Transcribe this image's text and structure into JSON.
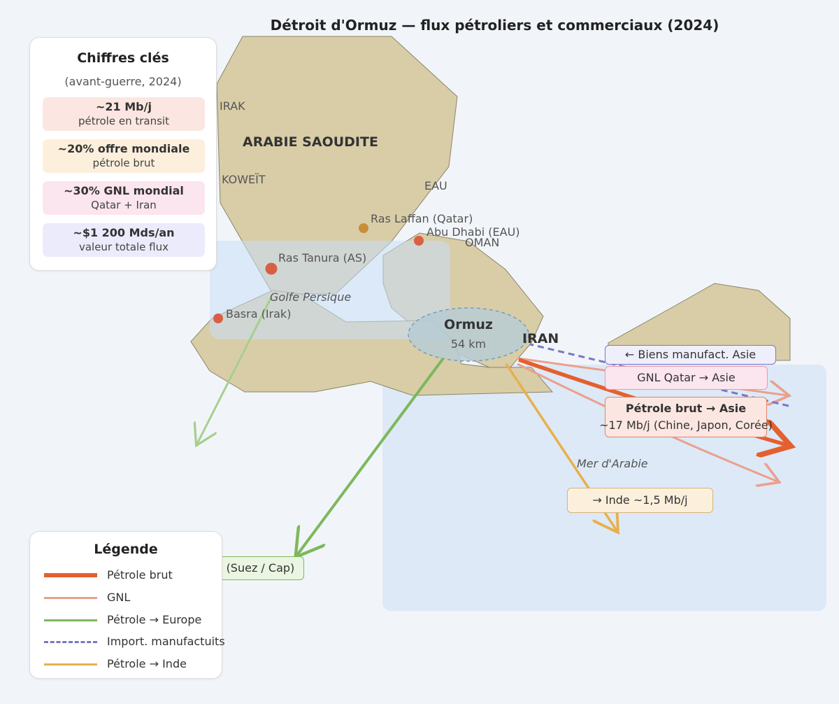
{
  "title": "Détroit d'Ormuz — flux pétroliers et commerciaux (2024)",
  "colors": {
    "land": "#d9cda8",
    "land_stroke": "#8a8566",
    "water": "#dde9f6",
    "crude": "#e4602f",
    "lng": "#eaa08e",
    "europe": "#7db85b",
    "manuf": "#7877c6",
    "india": "#e8b04c"
  },
  "map": {
    "countries": {
      "irak": "IRAK",
      "arabie": "ARABIE SAOUDITE",
      "koweit": "KOWEÏT",
      "eau": "EAU",
      "oman": "OMAN",
      "iran": "IRAN"
    },
    "ports": {
      "ras_laffan": "Ras Laffan (Qatar)",
      "abu_dhabi": "Abu Dhabi (EAU)",
      "ras_tanura": "Ras Tanura (AS)",
      "basra": "Basra (Irak)"
    },
    "seas": {
      "golfe": "Golfe Persique",
      "arabie": "Mer d'Arabie"
    },
    "strait": {
      "name": "Ormuz",
      "width": "54 km"
    }
  },
  "key_figures": {
    "title": "Chiffres clés",
    "subtitle": "(avant-guerre, 2024)",
    "items": [
      {
        "value": "~21 Mb/j",
        "label": "pétrole en transit",
        "bg": "#fbe6e1"
      },
      {
        "value": "~20% offre mondiale",
        "label": "pétrole brut",
        "bg": "#fcefdc"
      },
      {
        "value": "~30% GNL mondial",
        "label": "Qatar + Iran",
        "bg": "#fbe5ee"
      },
      {
        "value": "~$1 200 Mds/an",
        "label": "valeur totale flux",
        "bg": "#ecebfb"
      }
    ]
  },
  "flows": {
    "manuf": "← Biens manufact. Asie",
    "lng": "GNL Qatar → Asie",
    "crude_title": "Pétrole brut → Asie",
    "crude_detail": "~17 Mb/j (Chine, Japon, Corée)",
    "india": "→ Inde ~1,5 Mb/j",
    "europe": "→ Europe (Suez / Cap)"
  },
  "legend": {
    "title": "Légende",
    "items": [
      {
        "label": "Pétrole brut",
        "key": "crude"
      },
      {
        "label": "GNL",
        "key": "lng"
      },
      {
        "label": "Pétrole → Europe",
        "key": "europe"
      },
      {
        "label": "Import. manufactuits",
        "key": "manuf"
      },
      {
        "label": "Pétrole → Inde",
        "key": "india"
      }
    ]
  }
}
